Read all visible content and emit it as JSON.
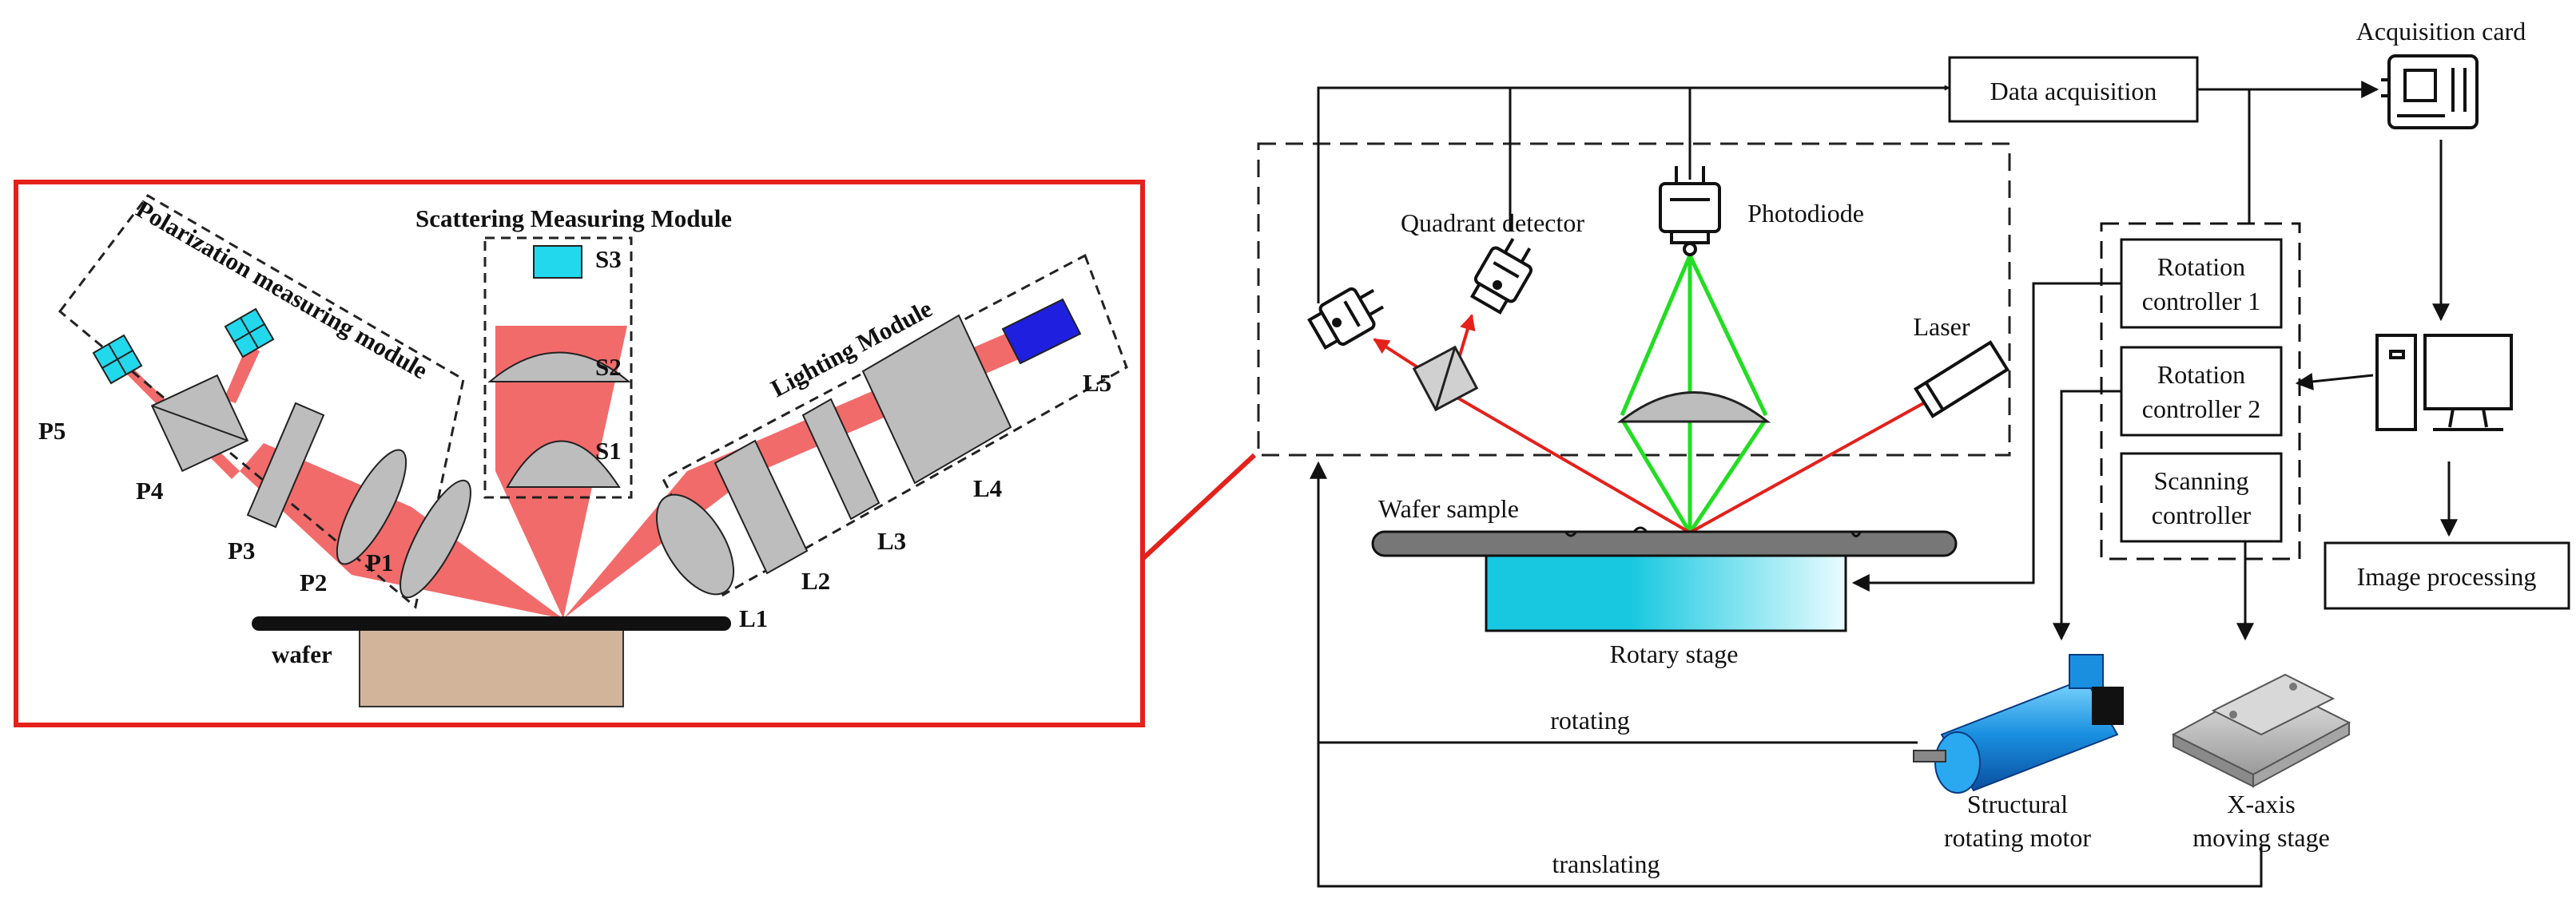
{
  "colors": {
    "callout_red": "#e4211b",
    "beam": "#f26b6b",
    "optic_gray": "#bdbdbd",
    "sensor_cyan": "#22d8ec",
    "laser_source_blue": "#1f1fe0",
    "green_beam": "#22dd22",
    "stage_cyan": "#18c8e0",
    "wafer_base": "#d2b49a"
  },
  "left_panel": {
    "modules": {
      "scattering": "Scattering Measuring Module",
      "polarization": "Polarization measuring module",
      "lighting": "Lighting Module"
    },
    "labels": {
      "S1": "S1",
      "S2": "S2",
      "S3": "S3",
      "L1": "L1",
      "L2": "L2",
      "L3": "L3",
      "L4": "L4",
      "L5": "L5",
      "P1": "P1",
      "P2": "P2",
      "P3": "P3",
      "P4": "P4",
      "P5": "P5",
      "wafer": "wafer"
    }
  },
  "right_panel": {
    "data_acquisition": "Data acquisition",
    "acquisition_card": "Acquisition card",
    "quadrant_detector": "Quadrant detector",
    "photodiode": "Photodiode",
    "laser": "Laser",
    "rotation_controller_1": [
      "Rotation",
      "controller 1"
    ],
    "rotation_controller_2": [
      "Rotation",
      "controller 2"
    ],
    "scanning_controller": [
      "Scanning",
      "controller"
    ],
    "image_processing": "Image processing",
    "wafer_sample": "Wafer sample",
    "rotary_stage": "Rotary stage",
    "rotating": "rotating",
    "translating": "translating",
    "motor": [
      "Structural",
      "rotating motor"
    ],
    "x_stage": [
      "X-axis",
      "moving stage"
    ]
  }
}
